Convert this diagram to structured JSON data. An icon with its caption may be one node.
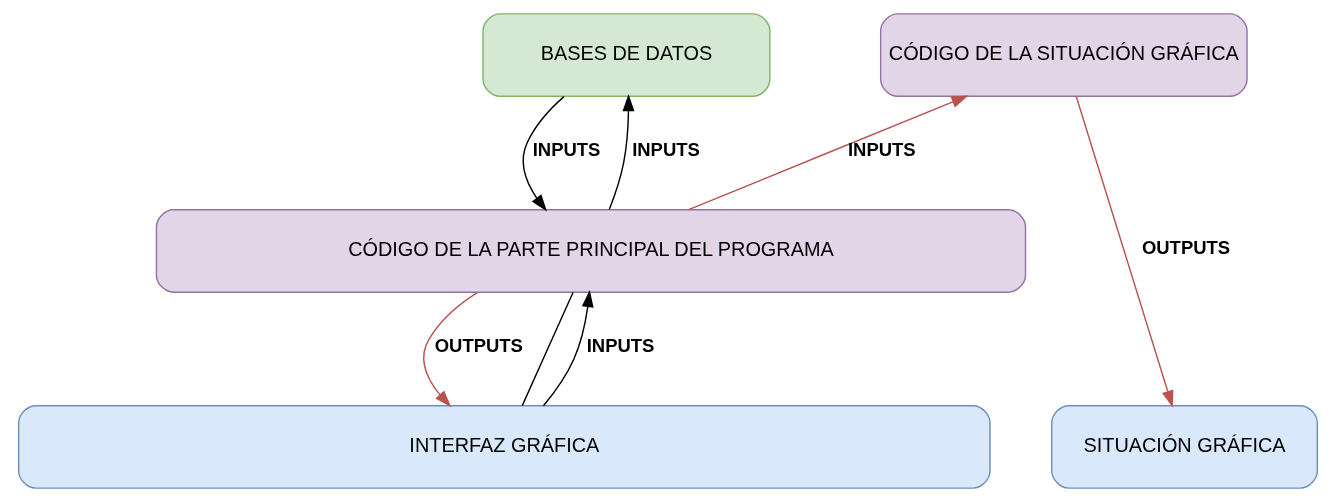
{
  "diagram": {
    "nodes": [
      {
        "text": [
          "BASES DE DATOS"
        ]
      },
      {
        "text": [
          "CÓDIGO DE LA SITUACIÓN GRÁFICA"
        ]
      },
      {
        "text": [
          "CÓDIGO DE LA PARTE PRINCIPAL DEL PROGRAMA"
        ]
      },
      {
        "text": [
          "INTERFAZ GRÁFICA"
        ]
      },
      {
        "text": [
          "SITUACIÓN GRÁFICA"
        ]
      }
    ],
    "edges": [
      {
        "from": 2,
        "to": 0,
        "arrow": "to",
        "label": "INPUTS"
      },
      {
        "from": 0,
        "to": 2,
        "arrow": "to",
        "label": "INPUTS"
      },
      {
        "from": 2,
        "to": 1,
        "arrow": "to",
        "label": "INPUTS",
        "color": "#b85450"
      },
      {
        "from": 1,
        "to": 4,
        "arrow": "to",
        "label": "OUTPUTS",
        "color": "#b85450"
      },
      {
        "from": 3,
        "to": 2,
        "arrow": "none"
      },
      {
        "from": 3,
        "to": 2,
        "arrow": "to",
        "label": "INPUTS"
      },
      {
        "from": 2,
        "to": 3,
        "arrow": "to",
        "label": "OUTPUTS",
        "color": "#b85450"
      }
    ]
  }
}
